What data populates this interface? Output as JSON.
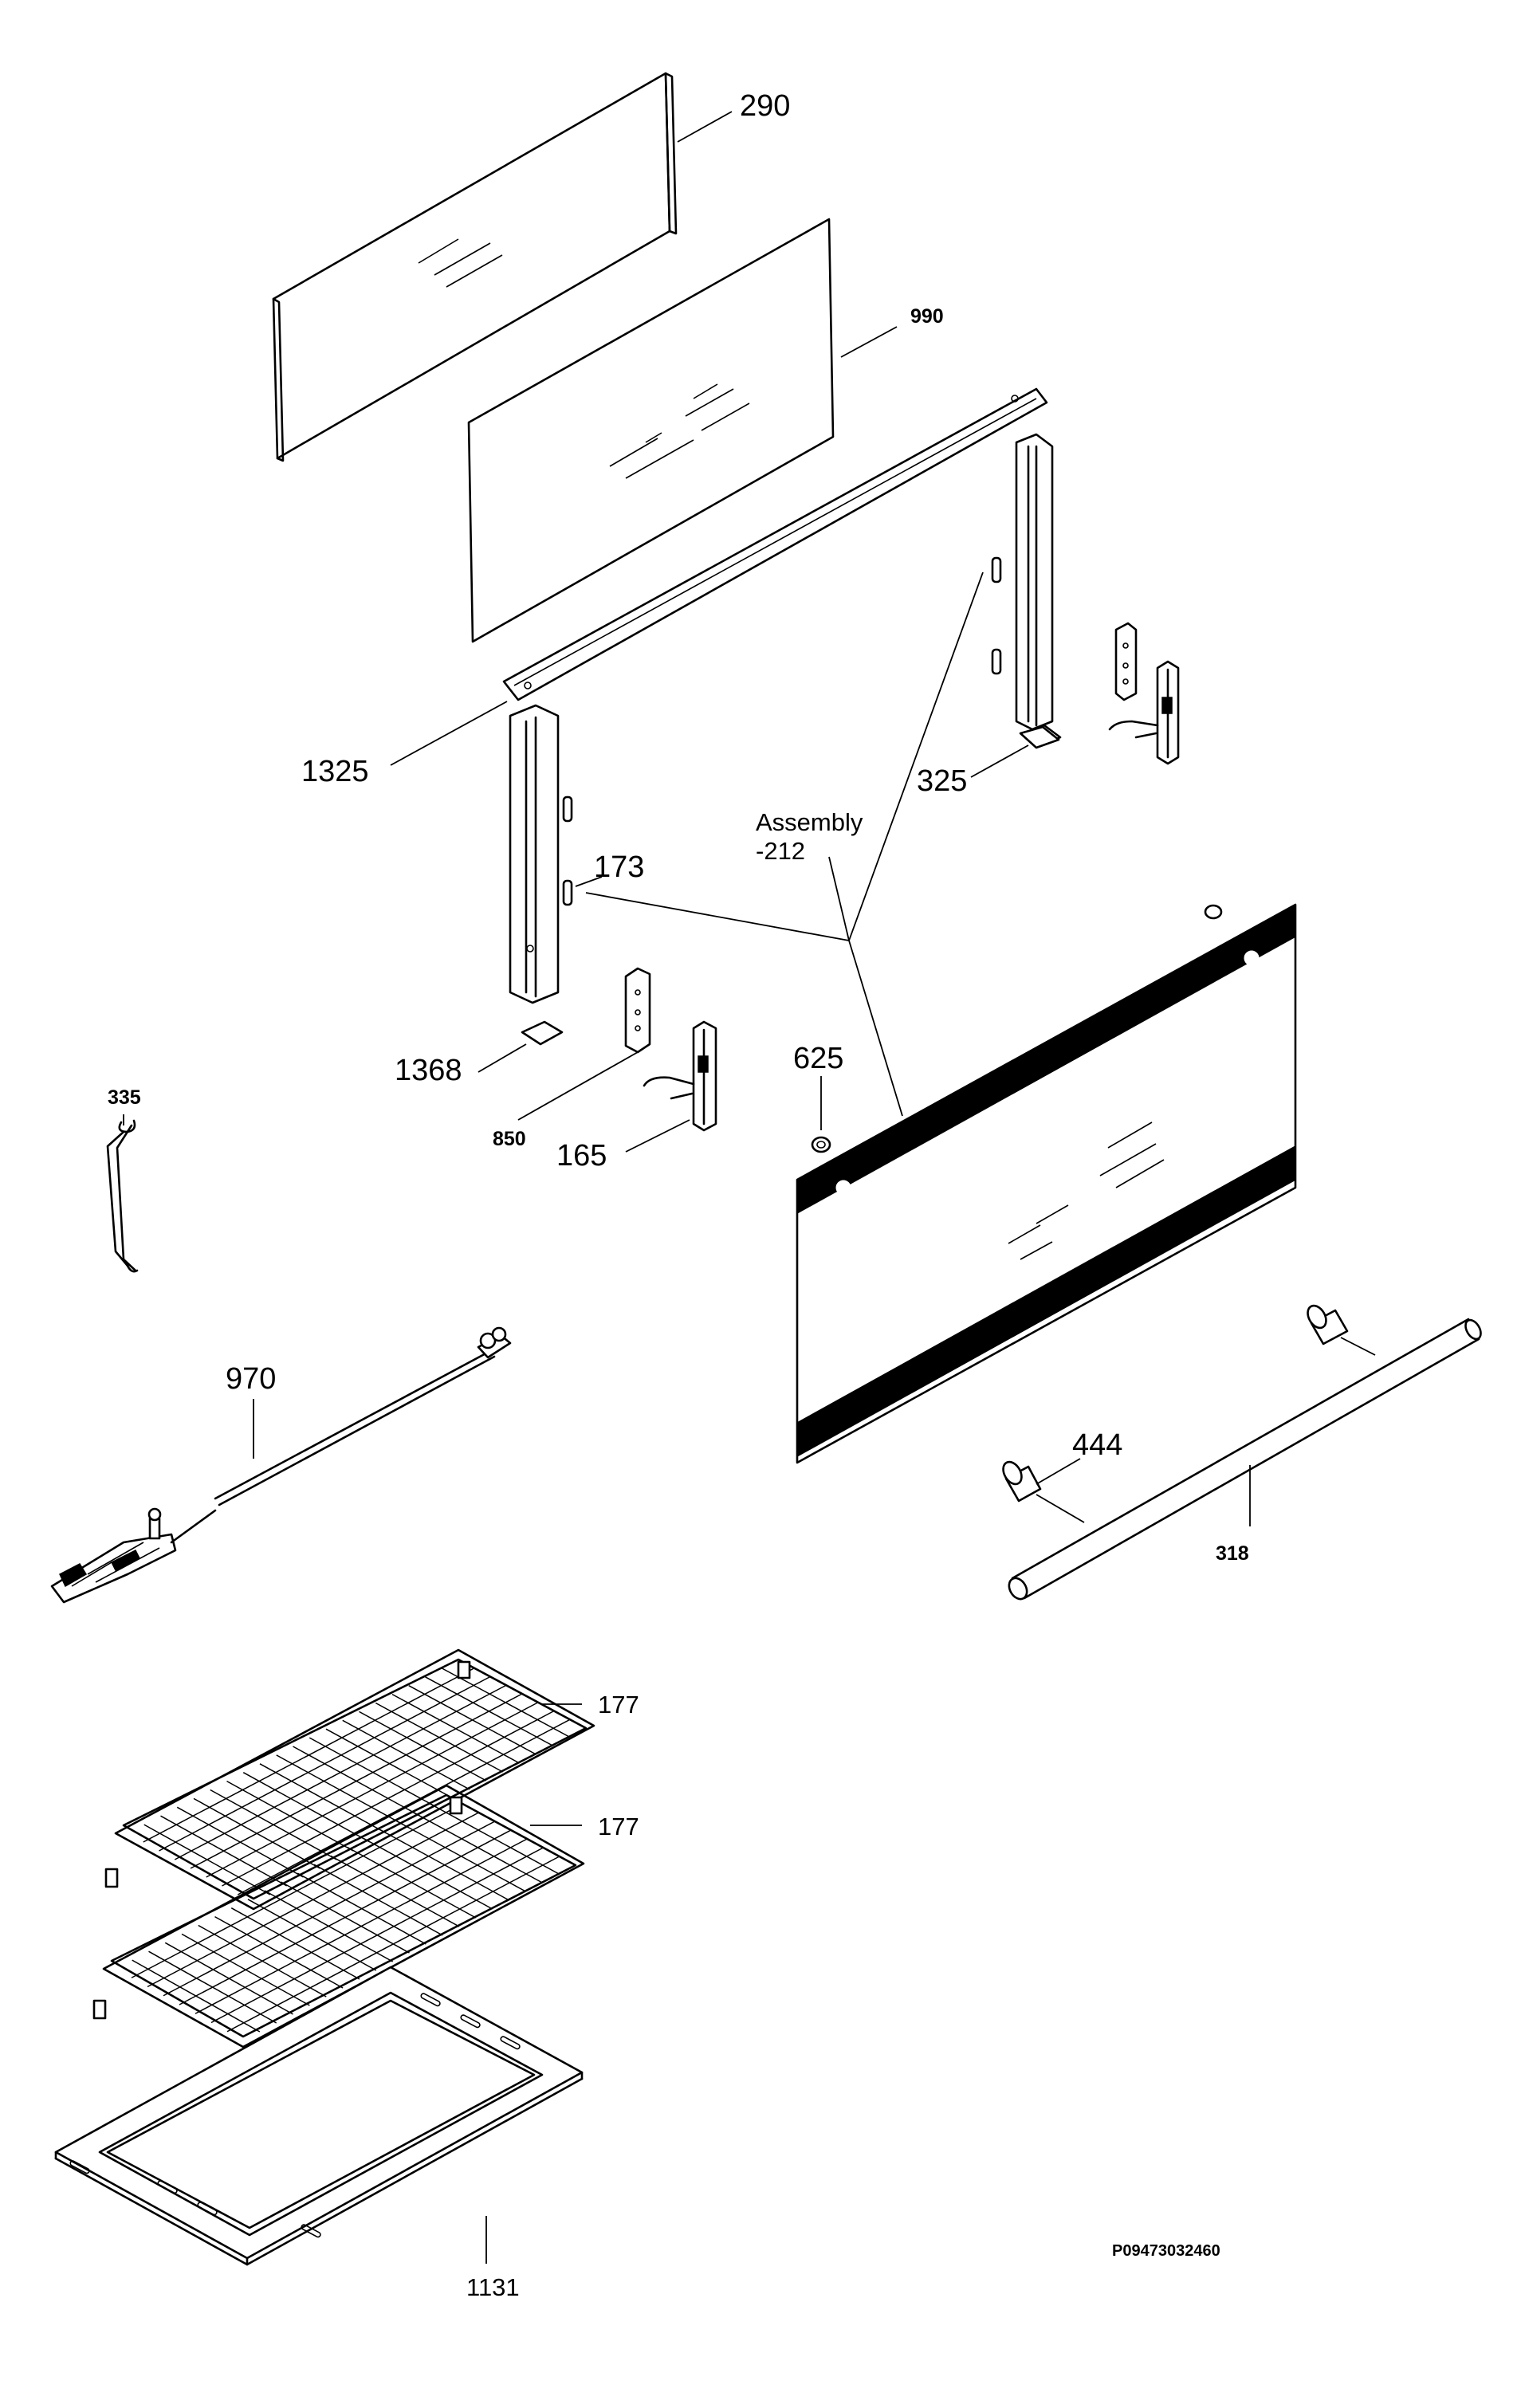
{
  "labels": {
    "p290": "290",
    "p990": "990",
    "p1325": "1325",
    "p325": "325",
    "assembly_line1": "Assembly",
    "assembly_line2": "-212",
    "p173": "173",
    "p1368": "1368",
    "p850": "850",
    "p165": "165",
    "p625": "625",
    "p335": "335",
    "p970": "970",
    "p444": "444",
    "p318": "318",
    "p177_upper": "177",
    "p177_lower": "177",
    "p1131": "1131",
    "drawing_code": "P09473032460"
  }
}
